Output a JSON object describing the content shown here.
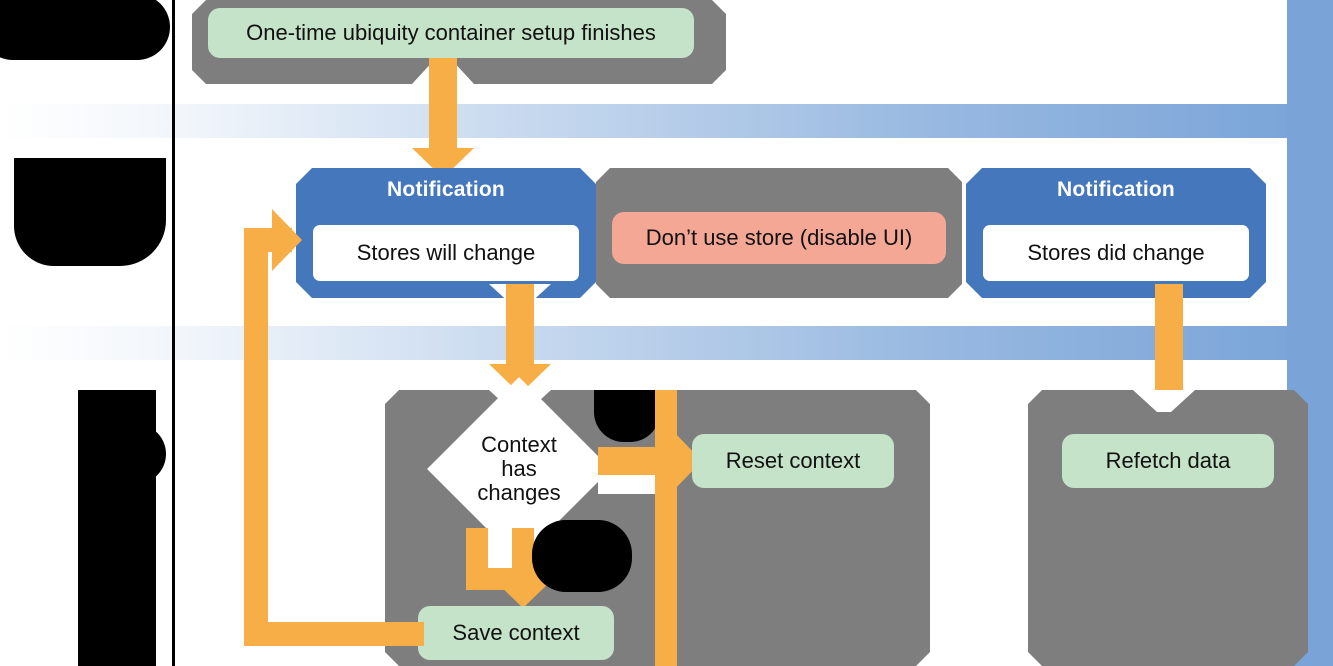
{
  "diagram": {
    "type": "swimlane-flowchart",
    "title_visible": false,
    "colors": {
      "notification_blue": "#4477bb",
      "group_grey": "#7e7e7e",
      "task_green": "#c5e3c8",
      "task_red": "#f4a795",
      "connector_orange": "#f8ae46",
      "phase_band_blue": "#7aa4d8",
      "decision_white": "#ffffff",
      "lane_divider_black": "#000000"
    },
    "lanes": [
      {
        "id": "lane-1",
        "label_redacted": true
      },
      {
        "id": "lane-2",
        "label_redacted": true
      },
      {
        "id": "lane-3",
        "label_redacted": true
      }
    ],
    "phase_bands": [
      {
        "id": "phase-band-1"
      },
      {
        "id": "phase-band-2"
      }
    ],
    "nodes": {
      "setup_finished": {
        "label": "One-time ubiquity container setup finishes",
        "shape": "rounded-task",
        "color": "green"
      },
      "notification_will_change": {
        "title": "Notification",
        "label": "Stores will change",
        "shape": "notification"
      },
      "dont_use_store": {
        "label": "Don’t use store (disable UI)",
        "shape": "rounded-task",
        "color": "red"
      },
      "notification_did_change": {
        "title": "Notification",
        "label": "Stores did change",
        "shape": "notification"
      },
      "context_has_changes": {
        "label": "Context\nhas\nchanges",
        "line1": "Context",
        "line2": "has",
        "line3": "changes",
        "shape": "decision-diamond"
      },
      "reset_context": {
        "label": "Reset context",
        "shape": "rounded-task",
        "color": "green"
      },
      "refetch_data": {
        "label": "Refetch data",
        "shape": "rounded-task",
        "color": "green"
      },
      "save_context": {
        "label": "Save context",
        "shape": "rounded-task",
        "color": "green"
      }
    },
    "edge_labels_redacted": [
      {
        "id": "edge-label-diamond-right",
        "redacted": true
      },
      {
        "id": "edge-label-diamond-down",
        "redacted": true
      }
    ],
    "edges": [
      {
        "from": "setup_finished",
        "to": "notification_will_change",
        "style": "orange-arrow-down"
      },
      {
        "from": "notification_will_change",
        "to": "context_has_changes",
        "style": "orange-arrow-down"
      },
      {
        "from": "context_has_changes",
        "to": "reset_context",
        "style": "orange-arrow-right"
      },
      {
        "from": "context_has_changes",
        "to": "save_context",
        "style": "orange-arrow-down"
      },
      {
        "from": "save_context",
        "to": "notification_will_change",
        "style": "orange-feedback-loop-left"
      },
      {
        "from": "notification_did_change",
        "to": "refetch_data",
        "style": "orange-arrow-down"
      }
    ]
  }
}
